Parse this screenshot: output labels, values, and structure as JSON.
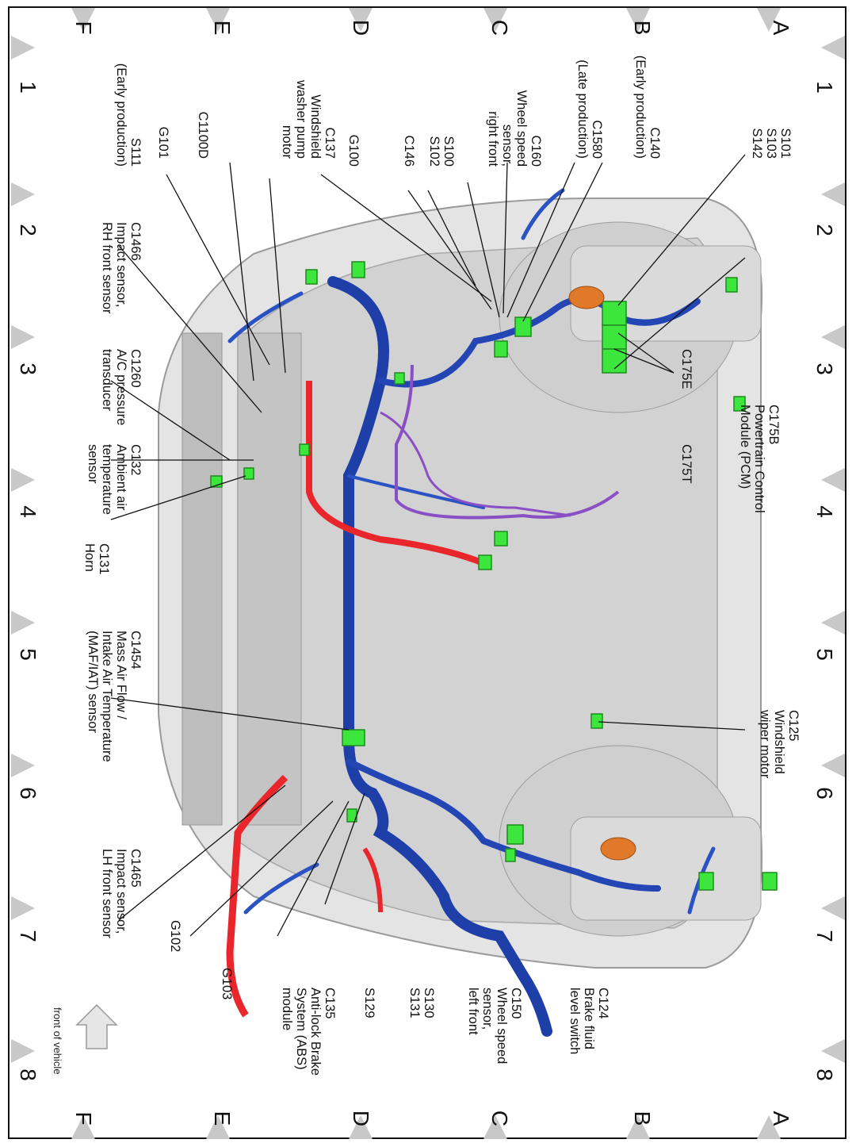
{
  "grid": {
    "columns": [
      "1",
      "2",
      "3",
      "4",
      "5",
      "6",
      "7",
      "8"
    ],
    "rows": [
      "A",
      "B",
      "C",
      "D",
      "E",
      "F"
    ]
  },
  "callouts": {
    "s101_s103_s142": "S101\nS103\nS142",
    "c140": "C140\n(Early production)",
    "c1580": "C1580\n(Late production)",
    "c160": "C160\nWheel speed\nsensor,\nright front",
    "s100_s102": "S100\nS102",
    "c146": "C146",
    "g100": "G100",
    "c137": "C137\nWindshield\nwasher pump\nmotor",
    "c1100d": "C1100D",
    "g101": "G101",
    "s111": "S111\n(Early production)",
    "c1466": "C1466\nImpact sensor,\nRH front sensor",
    "c1260": "C1260\nA/C pressure\ntransducer",
    "c132": "C132\nAmbient air\ntemperature\nsensor",
    "c131": "C131\nHorn",
    "c1454": "C1454\nMass Air Flow /\nIntake Air Temperature\n(MAF/IAT) sensor",
    "c1465": "C1465\nImpact sensor,\nLH front sensor",
    "g102": "G102",
    "g103": "G103",
    "c135": "C135\nAnti-lock Brake\nSystem (ABS)\nmodule",
    "s129": "S129",
    "s130_s131": "S130\nS131",
    "c150": "C150\nWheel speed\nsensor,\nleft front",
    "c124": "C124\nBrake fluid\nlevel switch",
    "c125": "C125\nWindshield\nwiper motor",
    "c175e": "C175E",
    "c175b": "C175B\nPowertrain Control\nModule (PCM)",
    "c175t": "C175T"
  },
  "front_of_vehicle": "front of vehicle",
  "colors": {
    "harness_blue": "#1f3fa8",
    "harness_red": "#e8262b",
    "harness_purple": "#8a4fc4",
    "connector_green": "#3de63d",
    "body_gray": "#d9d9d9",
    "marker_gray": "#c8c8c8"
  }
}
